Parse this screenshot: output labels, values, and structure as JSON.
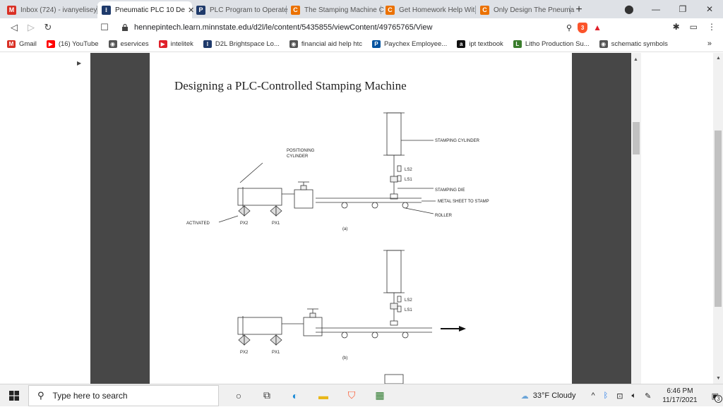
{
  "tabs": [
    {
      "title": "Inbox (724) - ivanyeliseye",
      "icon": "gmail-icon",
      "color": "#d93025",
      "glyph": "M",
      "active": false
    },
    {
      "title": "Pneumatic PLC 10 De",
      "icon": "d2l-icon",
      "color": "#1f3a6b",
      "glyph": "⁝",
      "active": true
    },
    {
      "title": "PLC Program to Operate",
      "icon": "plc-site-icon",
      "color": "#1f3a6b",
      "glyph": "P",
      "active": false
    },
    {
      "title": "The Stamping Machine C",
      "icon": "chegg-icon",
      "color": "#eb7100",
      "glyph": "C",
      "active": false
    },
    {
      "title": "Get Homework Help Wit",
      "icon": "chegg-icon",
      "color": "#eb7100",
      "glyph": "C",
      "active": false
    },
    {
      "title": "Only Design The Pneuma",
      "icon": "chegg-icon",
      "color": "#eb7100",
      "glyph": "C",
      "active": false
    }
  ],
  "toolbar": {
    "url": "hennepintech.learn.minnstate.edu/d2l/le/content/5435855/viewContent/49765765/View",
    "shield_count": "3"
  },
  "bookmarks": [
    {
      "label": "Gmail",
      "icon": "gmail-icon",
      "color": "#d93025",
      "glyph": "M"
    },
    {
      "label": "(16) YouTube",
      "icon": "youtube-icon",
      "color": "#ff0000",
      "glyph": "▶"
    },
    {
      "label": "eservices",
      "icon": "globe-icon",
      "color": "#555555",
      "glyph": "◉"
    },
    {
      "label": "intelitek",
      "icon": "intelitek-icon",
      "color": "#e0202a",
      "glyph": "▶"
    },
    {
      "label": "D2L Brightspace Lo...",
      "icon": "d2l-icon",
      "color": "#1f3a6b",
      "glyph": "⁝"
    },
    {
      "label": "financial aid help htc",
      "icon": "globe-icon",
      "color": "#555555",
      "glyph": "◉"
    },
    {
      "label": "Paychex Employee...",
      "icon": "paychex-icon",
      "color": "#0053a0",
      "glyph": "P"
    },
    {
      "label": "ipt textbook",
      "icon": "amazon-icon",
      "color": "#111111",
      "glyph": "a"
    },
    {
      "label": "Litho Production Su...",
      "icon": "litho-icon",
      "color": "#3a7d2c",
      "glyph": "L"
    },
    {
      "label": "schematic symbols",
      "icon": "globe-icon",
      "color": "#555555",
      "glyph": "◉"
    }
  ],
  "document": {
    "title": "Designing a PLC-Controlled Stamping Machine",
    "labels": {
      "stamping_cylinder": "STAMPING CYLINDER",
      "positioning_cylinder_1": "POSITIONING",
      "positioning_cylinder_2": "CYLINDER",
      "ls2": "LS2",
      "ls1": "LS1",
      "stamping_die": "STAMPING DIE",
      "metal_sheet": "METAL SHEET TO STAMP",
      "roller": "ROLLER",
      "activated": "ACTIVATED",
      "px2": "PX2",
      "px1": "PX1",
      "fig_a": "(a)",
      "fig_b": "(b)"
    }
  },
  "taskbar": {
    "search_placeholder": "Type here to search",
    "weather": "33°F  Cloudy",
    "time": "6:46 PM",
    "date": "11/17/2021",
    "notifications": "3"
  }
}
